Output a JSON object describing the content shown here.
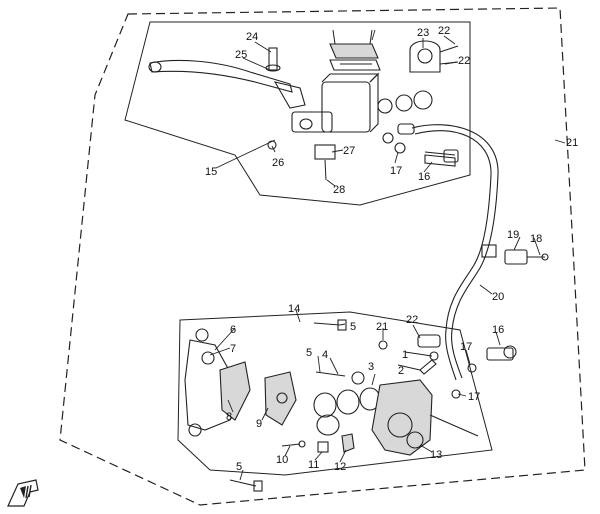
{
  "diagram": {
    "callouts": {
      "c1": "1",
      "c2": "2",
      "c3": "3",
      "c4": "4",
      "c5a": "5",
      "c5b": "5",
      "c5c": "5",
      "c6": "6",
      "c7": "7",
      "c8": "8",
      "c9": "9",
      "c10": "10",
      "c11": "11",
      "c12": "12",
      "c13": "13",
      "c14": "14",
      "c15": "15",
      "c16a": "16",
      "c16b": "16",
      "c17a": "17",
      "c17b": "17",
      "c17c": "17",
      "c18": "18",
      "c19": "19",
      "c20": "20",
      "c21": "21",
      "c21b": "21",
      "c22a": "22",
      "c22b": "22",
      "c22c": "22",
      "c23": "23",
      "c24": "24",
      "c25": "25",
      "c26": "26",
      "c27": "27",
      "c28": "28"
    },
    "front_indicator_icon": "fr-arrow-icon"
  }
}
